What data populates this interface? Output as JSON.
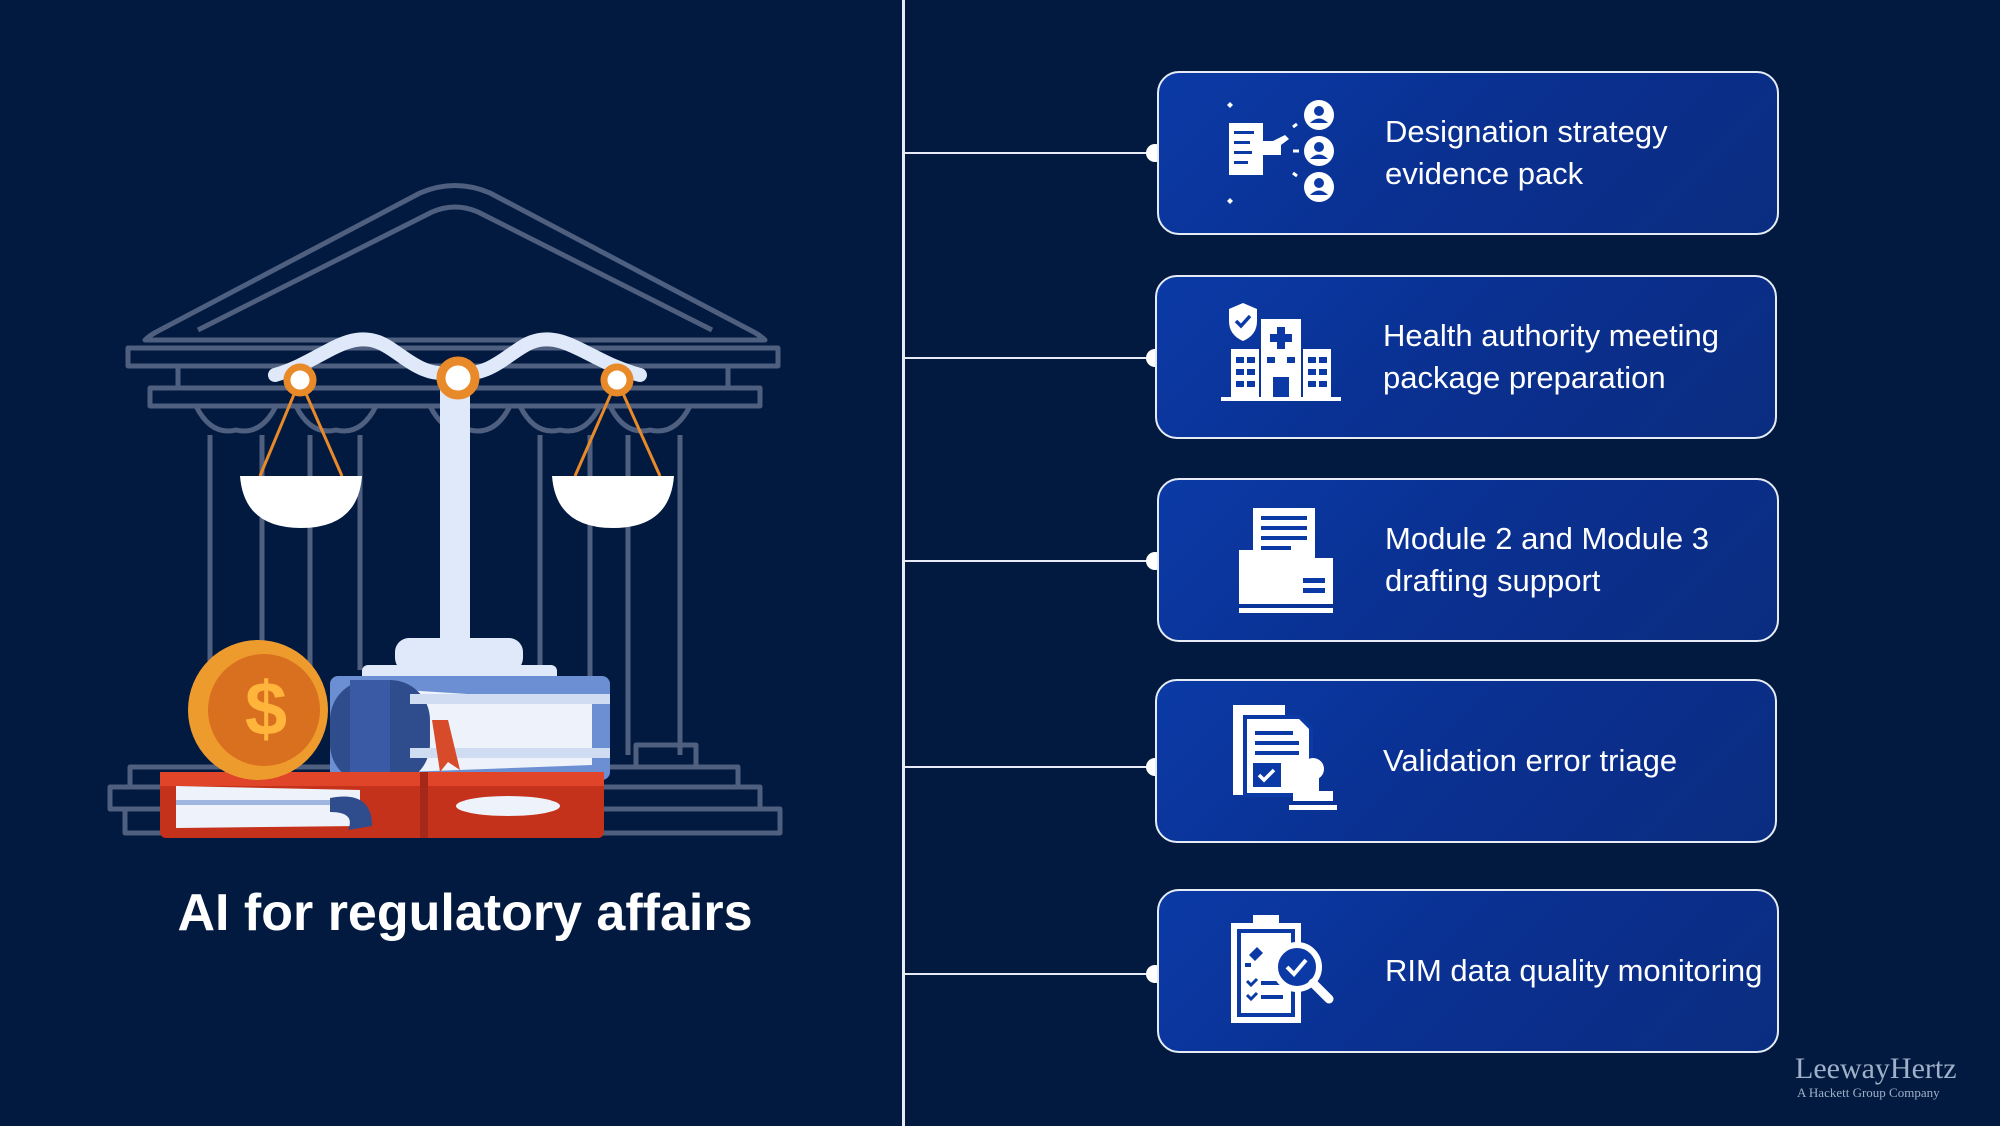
{
  "title": "AI for regulatory affairs",
  "items": [
    {
      "label": "Designation strategy evidence pack",
      "icon": "profile-selection-icon"
    },
    {
      "label": "Health authority meeting package preparation",
      "icon": "hospital-icon"
    },
    {
      "label": "Module 2 and Module 3 drafting support",
      "icon": "document-folder-icon"
    },
    {
      "label": "Validation error triage",
      "icon": "document-stamp-icon"
    },
    {
      "label": "RIM data quality monitoring",
      "icon": "clipboard-inspection-icon"
    }
  ],
  "brand": {
    "name": "LeewayHertz",
    "tagline": "A Hackett Group Company"
  },
  "colors": {
    "background": "#021a3f",
    "card": "#0b3aa6",
    "accent": "#e8892a",
    "line": "#e6ecf5"
  }
}
